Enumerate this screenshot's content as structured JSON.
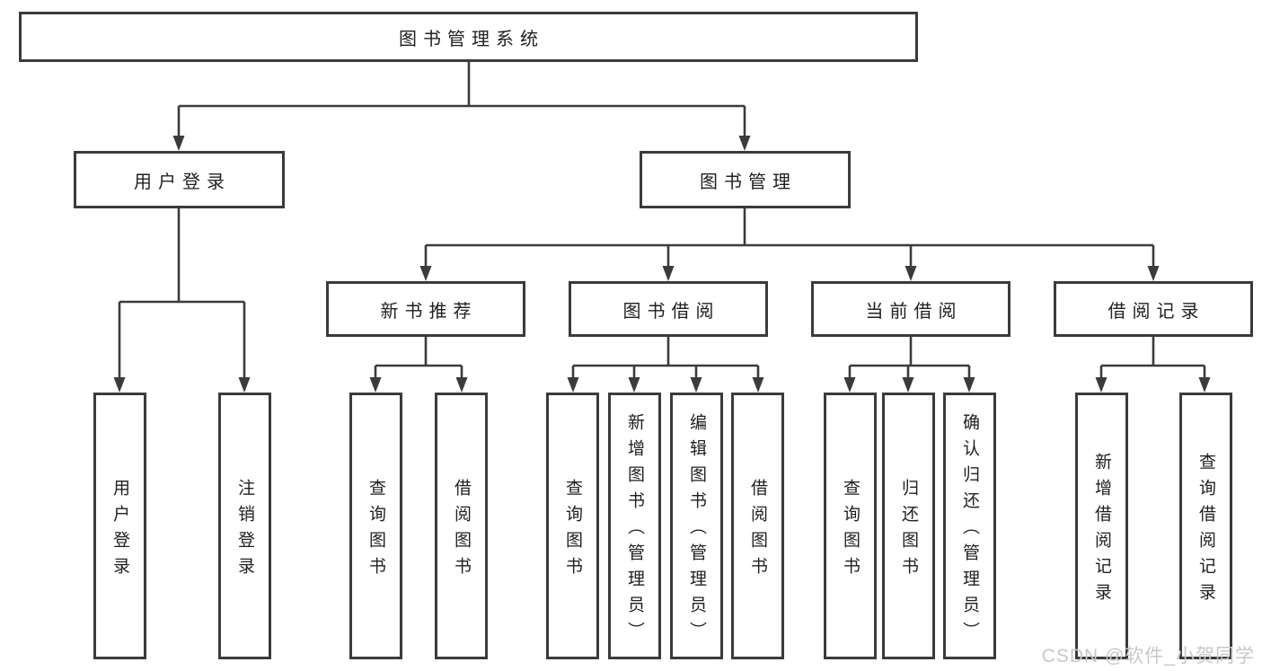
{
  "diagram": {
    "type": "hierarchy-tree",
    "root": {
      "label": "图书管理系统",
      "children": [
        {
          "label": "用户登录",
          "children": [
            {
              "label": "用户登录"
            },
            {
              "label": "注销登录"
            }
          ]
        },
        {
          "label": "图书管理",
          "children": [
            {
              "label": "新书推荐",
              "children": [
                {
                  "label": "查询图书"
                },
                {
                  "label": "借阅图书"
                }
              ]
            },
            {
              "label": "图书借阅",
              "children": [
                {
                  "label": "查询图书"
                },
                {
                  "label": "新增图书（管理员）"
                },
                {
                  "label": "编辑图书（管理员）"
                },
                {
                  "label": "借阅图书"
                }
              ]
            },
            {
              "label": "当前借阅",
              "children": [
                {
                  "label": "查询图书"
                },
                {
                  "label": "归还图书"
                },
                {
                  "label": "确认归还（管理员）"
                }
              ]
            },
            {
              "label": "借阅记录",
              "children": [
                {
                  "label": "新增借阅记录"
                },
                {
                  "label": "查询借阅记录"
                }
              ]
            }
          ]
        }
      ]
    }
  },
  "watermark": {
    "text": "CSDN @软件_小贺同学"
  },
  "colors": {
    "line": "#3b3b3b",
    "box_border": "#3b3b3b",
    "text": "#1f1f1f",
    "watermark": "#c8c8c8",
    "background": "#ffffff"
  }
}
